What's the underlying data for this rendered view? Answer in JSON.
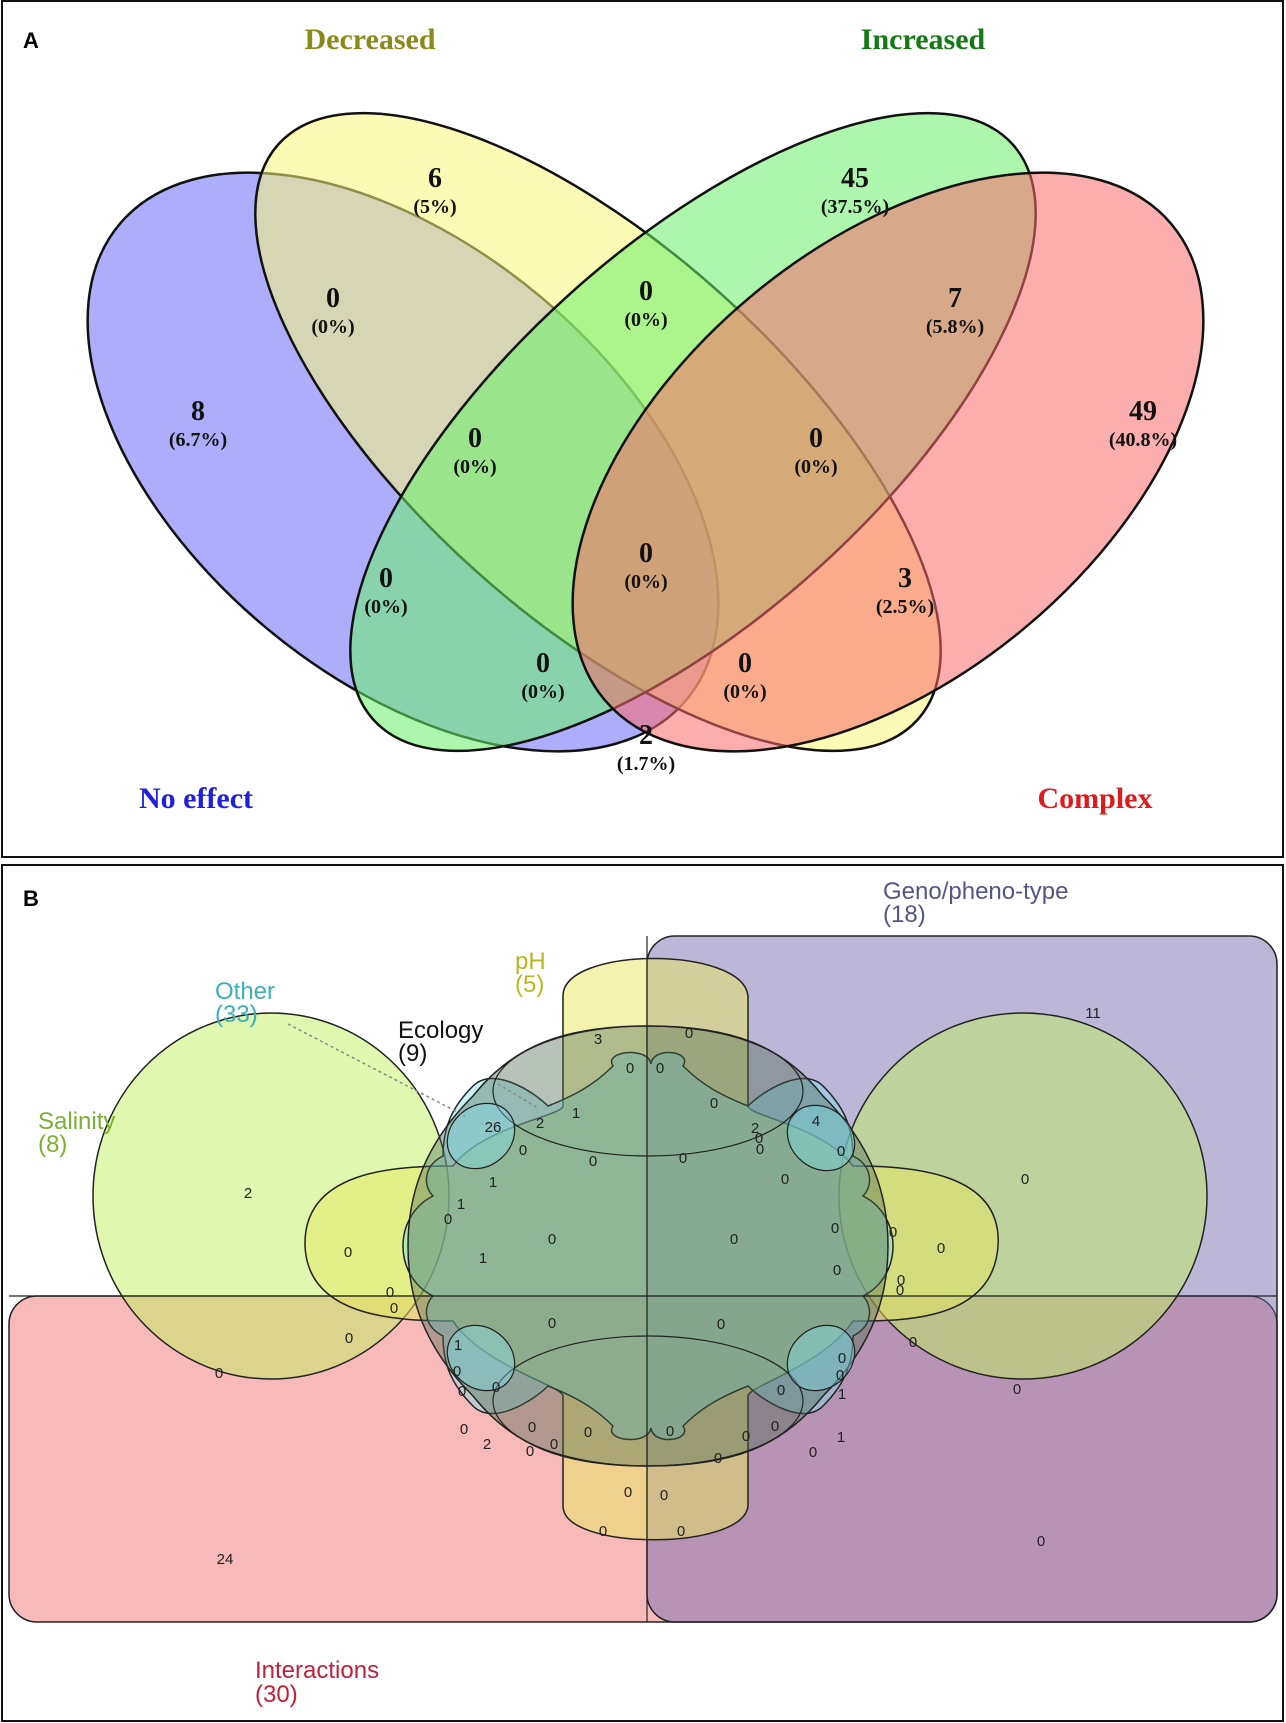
{
  "panel_a": {
    "letter": "A",
    "sets": [
      {
        "key": "no_effect",
        "label": "No effect",
        "color": "#1f1fe0",
        "fill": "#6a6afa"
      },
      {
        "key": "decreased",
        "label": "Decreased",
        "color": "#8a8a1a",
        "fill": "#f7f77a"
      },
      {
        "key": "increased",
        "label": "Increased",
        "color": "#137a13",
        "fill": "#6af06a"
      },
      {
        "key": "complex",
        "label": "Complex",
        "color": "#e01a1a",
        "fill": "#fa6a6a"
      }
    ],
    "regions": [
      {
        "key": "decreased_only",
        "count": "6",
        "percent": "(5%)"
      },
      {
        "key": "increased_only",
        "count": "45",
        "percent": "(37.5%)"
      },
      {
        "key": "no_effect_decreased",
        "count": "0",
        "percent": "(0%)"
      },
      {
        "key": "decreased_increased",
        "count": "0",
        "percent": "(0%)"
      },
      {
        "key": "increased_complex",
        "count": "7",
        "percent": "(5.8%)"
      },
      {
        "key": "no_effect_only",
        "count": "8",
        "percent": "(6.7%)"
      },
      {
        "key": "no_effect_decreased_increased",
        "count": "0",
        "percent": "(0%)"
      },
      {
        "key": "decreased_increased_complex",
        "count": "0",
        "percent": "(0%)"
      },
      {
        "key": "complex_only",
        "count": "49",
        "percent": "(40.8%)"
      },
      {
        "key": "no_effect_increased",
        "count": "0",
        "percent": "(0%)"
      },
      {
        "key": "all_four",
        "count": "0",
        "percent": "(0%)"
      },
      {
        "key": "decreased_complex",
        "count": "3",
        "percent": "(2.5%)"
      },
      {
        "key": "no_effect_increased_complex",
        "count": "0",
        "percent": "(0%)"
      },
      {
        "key": "no_effect_decreased_complex",
        "count": "0",
        "percent": "(0%)"
      },
      {
        "key": "no_effect_complex",
        "count": "2",
        "percent": "(1.7%)"
      }
    ]
  },
  "panel_b": {
    "letter": "B",
    "sets": [
      {
        "key": "geno",
        "name": "Geno/pheno-type",
        "size": "(18)",
        "color": "#55558a"
      },
      {
        "key": "ph",
        "name": "pH",
        "size": "(5)",
        "color": "#b8b820"
      },
      {
        "key": "other",
        "name": "Other",
        "size": "(33)",
        "color": "#3ab0b8"
      },
      {
        "key": "ecology",
        "name": "Ecology",
        "size": "(9)",
        "color": "#111111"
      },
      {
        "key": "salinity",
        "name": "Salinity",
        "size": "(8)",
        "color": "#7ab030"
      },
      {
        "key": "interactions",
        "name": "Interactions",
        "size": "(30)",
        "color": "#c02038"
      }
    ],
    "counts": [
      "11",
      "3",
      "0",
      "0",
      "0",
      "26",
      "2",
      "1",
      "2",
      "4",
      "0",
      "0",
      "0",
      "0",
      "0",
      "0",
      "0",
      "0",
      "2",
      "1",
      "1",
      "0",
      "0",
      "0",
      "0",
      "0",
      "0",
      "0",
      "0",
      "1",
      "0",
      "0",
      "0",
      "0",
      "0",
      "0",
      "0",
      "0",
      "1",
      "0",
      "0",
      "0",
      "0",
      "0",
      "0",
      "0",
      "0",
      "0",
      "1",
      "0",
      "0",
      "0",
      "0",
      "0",
      "0",
      "2",
      "1",
      "0",
      "0",
      "0",
      "0",
      "0",
      "0",
      "0",
      "0",
      "24",
      "0"
    ]
  }
}
